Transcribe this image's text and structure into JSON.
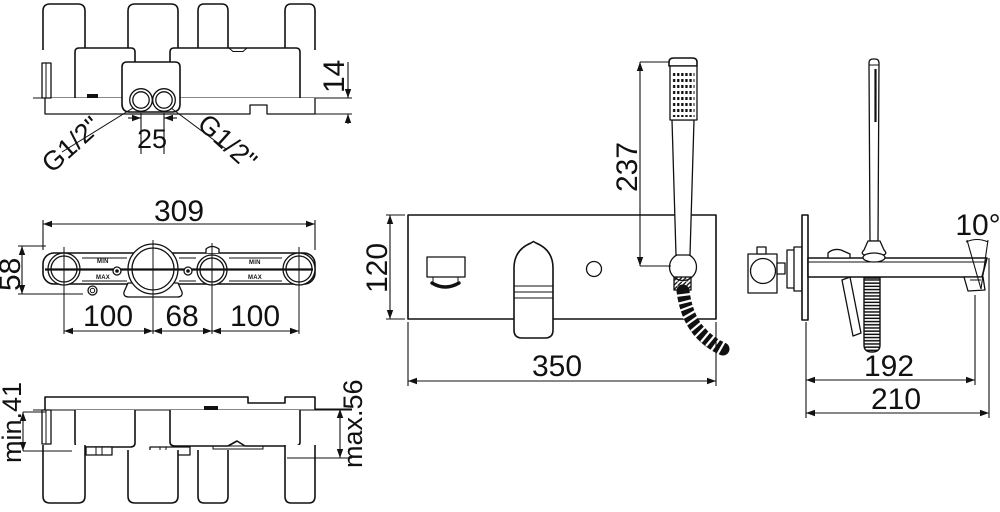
{
  "drawing": {
    "top_view": {
      "g_thread_left": "G1/2\"",
      "g_thread_right": "G1/2\"",
      "dim_port_spacing": "25",
      "dim_plate_thickness": "14"
    },
    "front_view": {
      "dim_width": "309",
      "dim_height": "58",
      "dim_left": "100",
      "dim_mid": "68",
      "dim_right": "100",
      "min_label": "MIN",
      "max_label": "MAX"
    },
    "bottom_view": {
      "dim_min_depth": "min.41",
      "dim_max_depth": "max.56"
    },
    "panel_view": {
      "dim_height": "120",
      "dim_handshower": "237",
      "dim_width": "350"
    },
    "side_view": {
      "angle": "10°",
      "dim_spout_reach": "192",
      "dim_total_depth": "210"
    }
  }
}
